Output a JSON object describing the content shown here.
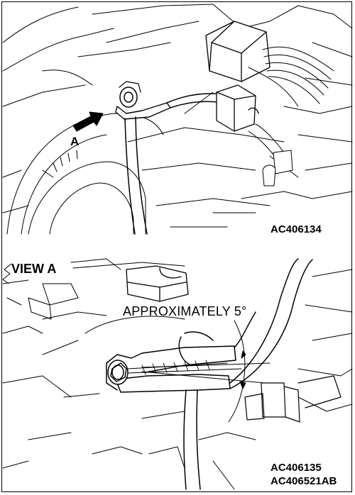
{
  "figure": {
    "top_view": {
      "arrow_label": "A",
      "code": "AC406134"
    },
    "bottom_view": {
      "title": "VIEW A",
      "angle_callout": "APPROXIMATELY 5°",
      "code": "AC406135",
      "composite_code": "AC406521AB"
    }
  }
}
